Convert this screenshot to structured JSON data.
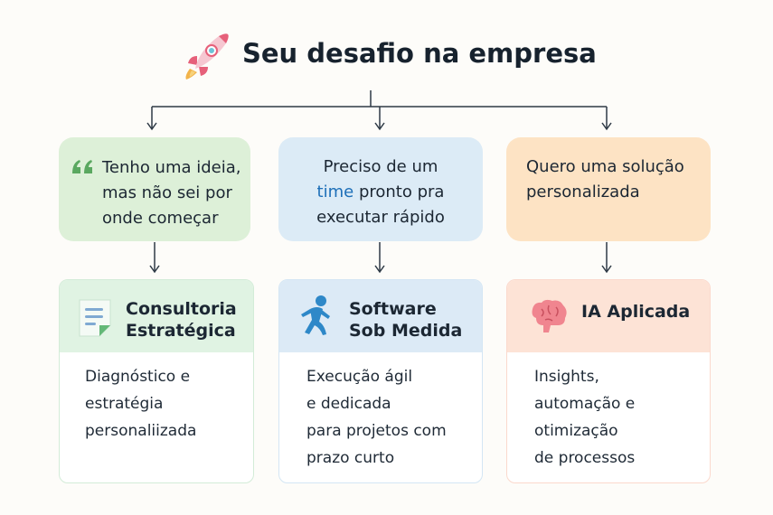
{
  "header": {
    "title": "Seu desafio na empresa",
    "icon": "rocket-icon"
  },
  "questions": [
    {
      "lines": [
        "Tenho uma ideia,",
        "mas não sei por",
        "onde começar"
      ],
      "color": "#ddf0d8",
      "icon": "quote-icon"
    },
    {
      "line1": "Preciso de um",
      "line2_highlight": "time",
      "line2_rest": " pronto pra",
      "line3": "executar rápido",
      "color": "#dcebf6",
      "highlight_color": "#1d6fb8"
    },
    {
      "lines": [
        "Quero uma solução",
        "personalizada"
      ],
      "color": "#fde3c4"
    }
  ],
  "services": [
    {
      "title_lines": [
        "Consultoria",
        "Estratégica"
      ],
      "icon": "document-icon",
      "body": [
        "Diagnóstico e",
        "estratégia",
        "personaliizada"
      ]
    },
    {
      "title_lines": [
        "Software",
        "Sob Medida"
      ],
      "icon": "running-person-icon",
      "body": [
        "Execução ágil",
        "e dedicada",
        "para projetos com",
        "prazo curto"
      ]
    },
    {
      "title_lines": [
        "IA Aplicada"
      ],
      "icon": "brain-icon",
      "body": [
        "Insights,",
        "automação e",
        "otimização",
        "de processos"
      ]
    }
  ]
}
